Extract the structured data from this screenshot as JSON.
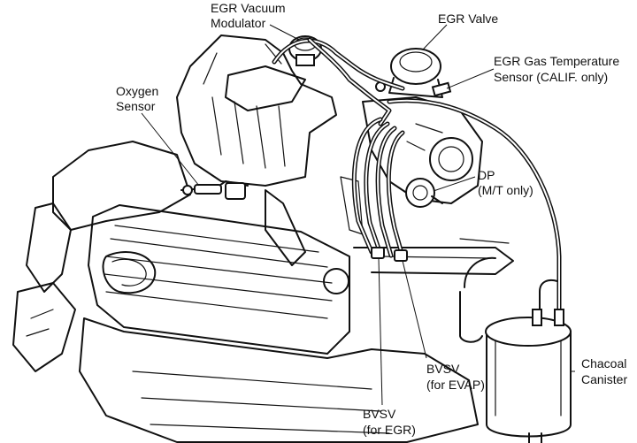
{
  "labels": {
    "egr_vacuum_modulator": [
      "EGR Vacuum",
      "Modulator"
    ],
    "egr_valve": [
      "EGR Valve"
    ],
    "egr_gas_temp_sensor": [
      "EGR Gas Temperature",
      "Sensor (CALIF. only)"
    ],
    "oxygen_sensor": [
      "Oxygen",
      "Sensor"
    ],
    "dp": [
      "DP",
      "(M/T only)"
    ],
    "bvsv_evap": [
      "BVSV",
      "(for EVAP)"
    ],
    "bvsv_egr": [
      "BVSV",
      "(for EGR)"
    ],
    "charcoal_canister": [
      "Chacoal",
      "Canister"
    ]
  }
}
